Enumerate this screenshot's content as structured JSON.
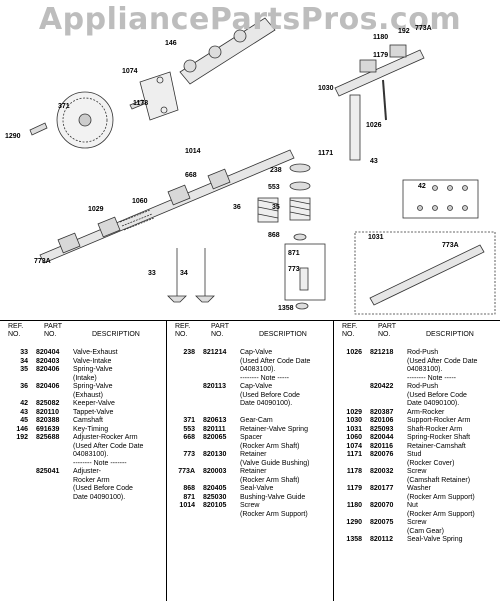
{
  "watermark": "AppliancePartsPros.com",
  "callouts": [
    "1180",
    "192",
    "773A",
    "146",
    "1179",
    "1074",
    "371",
    "1178",
    "1290",
    "1030",
    "1026",
    "1014",
    "238",
    "1171",
    "43",
    "668",
    "553",
    "42",
    "1060",
    "1029",
    "36",
    "35",
    "868",
    "871",
    "1031",
    "773A",
    "773",
    "773A",
    "33",
    "34",
    "1358"
  ],
  "headers": {
    "ref": "REF.\nNO.",
    "part": "PART\nNO.",
    "desc": "DESCRIPTION"
  },
  "columns": [
    [
      {
        "ref": "33",
        "part": "820404",
        "desc": "Valve-Exhaust"
      },
      {
        "ref": "34",
        "part": "820403",
        "desc": "Valve-Intake"
      },
      {
        "ref": "35",
        "part": "820406",
        "desc": "Spring-Valve"
      },
      {
        "ref": "",
        "part": "",
        "desc": "(Intake)"
      },
      {
        "ref": "36",
        "part": "820406",
        "desc": "Spring-Valve"
      },
      {
        "ref": "",
        "part": "",
        "desc": "(Exhaust)"
      },
      {
        "ref": "42",
        "part": "825082",
        "desc": "Keeper-Valve"
      },
      {
        "ref": "43",
        "part": "820110",
        "desc": "Tappet-Valve"
      },
      {
        "ref": "45",
        "part": "820388",
        "desc": "Camshaft"
      },
      {
        "ref": "146",
        "part": "691639",
        "desc": "Key-Timing"
      },
      {
        "ref": "192",
        "part": "825688",
        "desc": "Adjuster-Rocker Arm"
      },
      {
        "ref": "",
        "part": "",
        "desc": "(Used After Code Date"
      },
      {
        "ref": "",
        "part": "",
        "desc": "04083100)."
      },
      {
        "ref": "",
        "part": "",
        "desc": "-------- Note -------"
      },
      {
        "ref": "",
        "part": "825041",
        "desc": "Adjuster-"
      },
      {
        "ref": "",
        "part": "",
        "desc": "Rocker Arm"
      },
      {
        "ref": "",
        "part": "",
        "desc": "(Used Before Code"
      },
      {
        "ref": "",
        "part": "",
        "desc": "Date 04090100)."
      }
    ],
    [
      {
        "ref": "238",
        "part": "821214",
        "desc": "Cap-Valve"
      },
      {
        "ref": "",
        "part": "",
        "desc": "(Used After Code Date"
      },
      {
        "ref": "",
        "part": "",
        "desc": "04083100)."
      },
      {
        "ref": "",
        "part": "",
        "desc": "-------- Note -----"
      },
      {
        "ref": "",
        "part": "820113",
        "desc": "Cap-Valve"
      },
      {
        "ref": "",
        "part": "",
        "desc": "(Used Before Code"
      },
      {
        "ref": "",
        "part": "",
        "desc": "Date 04090100)."
      },
      {
        "ref": "",
        "part": "",
        "desc": ""
      },
      {
        "ref": "371",
        "part": "820613",
        "desc": "Gear-Cam"
      },
      {
        "ref": "553",
        "part": "820111",
        "desc": "Retainer-Valve Spring"
      },
      {
        "ref": "668",
        "part": "820065",
        "desc": "Spacer"
      },
      {
        "ref": "",
        "part": "",
        "desc": "(Rocker Arm Shaft)"
      },
      {
        "ref": "773",
        "part": "820130",
        "desc": "Retainer"
      },
      {
        "ref": "",
        "part": "",
        "desc": "(Valve Guide Bushing)"
      },
      {
        "ref": "773A",
        "part": "820003",
        "desc": "Retainer"
      },
      {
        "ref": "",
        "part": "",
        "desc": "(Rocker Arm Shaft)"
      },
      {
        "ref": "868",
        "part": "820405",
        "desc": "Seal-Valve"
      },
      {
        "ref": "871",
        "part": "825030",
        "desc": "Bushing-Valve Guide"
      },
      {
        "ref": "1014",
        "part": "820105",
        "desc": "Screw"
      },
      {
        "ref": "",
        "part": "",
        "desc": "(Rocker Arm Support)"
      }
    ],
    [
      {
        "ref": "1026",
        "part": "821218",
        "desc": "Rod-Push"
      },
      {
        "ref": "",
        "part": "",
        "desc": "(Used After Code Date"
      },
      {
        "ref": "",
        "part": "",
        "desc": "04083100)."
      },
      {
        "ref": "",
        "part": "",
        "desc": "-------- Note -----"
      },
      {
        "ref": "",
        "part": "820422",
        "desc": "Rod-Push"
      },
      {
        "ref": "",
        "part": "",
        "desc": "(Used Before Code"
      },
      {
        "ref": "",
        "part": "",
        "desc": "Date 04090100)."
      },
      {
        "ref": "1029",
        "part": "820387",
        "desc": "Arm-Rocker"
      },
      {
        "ref": "1030",
        "part": "820106",
        "desc": "Support-Rocker Arm"
      },
      {
        "ref": "1031",
        "part": "825093",
        "desc": "Shaft-Rocker Arm"
      },
      {
        "ref": "1060",
        "part": "820044",
        "desc": "Spring-Rocker Shaft"
      },
      {
        "ref": "1074",
        "part": "820116",
        "desc": "Retainer-Camshaft"
      },
      {
        "ref": "1171",
        "part": "820076",
        "desc": "Stud"
      },
      {
        "ref": "",
        "part": "",
        "desc": "(Rocker Cover)"
      },
      {
        "ref": "1178",
        "part": "820032",
        "desc": "Screw"
      },
      {
        "ref": "",
        "part": "",
        "desc": "(Camshaft Retainer)"
      },
      {
        "ref": "1179",
        "part": "820177",
        "desc": "Washer"
      },
      {
        "ref": "",
        "part": "",
        "desc": "(Rocker Arm Support)"
      },
      {
        "ref": "1180",
        "part": "820070",
        "desc": "Nut"
      },
      {
        "ref": "",
        "part": "",
        "desc": "(Rocker Arm Support)"
      },
      {
        "ref": "1290",
        "part": "820075",
        "desc": "Screw"
      },
      {
        "ref": "",
        "part": "",
        "desc": "(Cam Gear)"
      },
      {
        "ref": "1358",
        "part": "820112",
        "desc": "Seal-Valve Spring"
      }
    ]
  ]
}
